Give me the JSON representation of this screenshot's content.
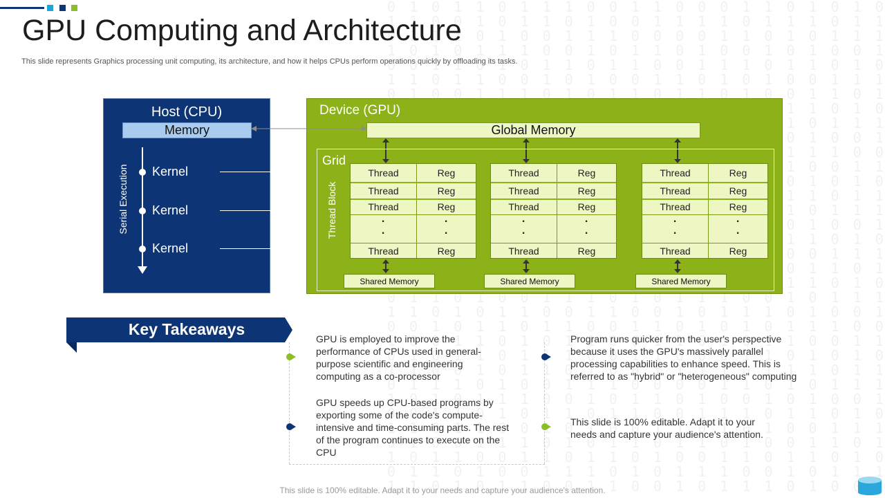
{
  "background": {
    "binary_rows": [
      "0 1 0 1 1 0 1 1 1 0 0 1 1 0 0 0 1 1 0 1 0 1 0",
      "1 1 0 0 1 0 1 1 0 1 0 0 1 1 1 1 0 1 1 1 0 1 1",
      "0 1 1 1 0 1 0 0 1 1 1 0 0 0 0 1 1 0 1 0 1 1 1",
      "1 0 1 0 1 1 1 0 0 1 0 1 1 0 1 0 0 1 0 1 0 0 1",
      "0 0 1 1 0 1 0 1 1 0 1 1 0 0 1 1 1 0 1 1 0 1 0",
      "1 1 0 1 1 0 0 1 0 1 0 0 1 1 0 1 0 1 0 0 1 1 1",
      "0 1 0 0 1 1 1 0 1 0 1 1 0 1 1 0 1 0 0 1 1 0 1",
      "1 0 1 1 0 0 1 1 0 1 1 0 1 0 0 1 1 0 1 1 0 1 0",
      "0 1 1 0 1 0 0 1 1 1 0 1 0 1 1 1 0 0 1 0 1 1 1",
      "1 1 0 1 0 1 1 0 0 1 1 0 0 1 0 1 1 1 0 1 0 0 1",
      "0 0 1 0 1 1 0 1 1 0 0 1 1 0 1 0 1 0 1 1 1 0 0",
      "1 0 0 1 1 0 1 0 1 1 0 0 1 1 0 1 0 1 1 0 0 1 1"
    ]
  },
  "header": {
    "title": "GPU Computing and Architecture",
    "subtitle": "This slide represents Graphics processing unit computing, its architecture, and how it helps CPUs perform operations quickly by offloading its tasks."
  },
  "host": {
    "title": "Host (CPU)",
    "memory": "Memory",
    "serial_label": "Serial Execution",
    "kernels": [
      "Kernel",
      "Kernel",
      "Kernel"
    ]
  },
  "device": {
    "title": "Device (GPU)",
    "global_memory": "Global Memory",
    "grid_label": "Grid",
    "thread_block_label": "Thread Block",
    "blocks": [
      {
        "thread": "Thread",
        "reg": "Reg",
        "dot": "·",
        "shared": "Shared Memory"
      },
      {
        "thread": "Thread",
        "reg": "Reg",
        "dot": "·",
        "shared": "Shared Memory"
      },
      {
        "thread": "Thread",
        "reg": "Reg",
        "dot": "·",
        "shared": "Shared Memory"
      }
    ]
  },
  "takeaways": {
    "heading": "Key Takeaways",
    "items": [
      "GPU is employed to improve the performance of CPUs used in general-purpose scientific and engineering computing as a co-processor",
      "GPU speeds up CPU-based programs by exporting some of the code's compute-intensive and time-consuming parts. The rest of the program continues to execute on the CPU",
      "Program runs quicker from the user's perspective because it uses the GPU's massively parallel processing capabilities to enhance speed. This is referred to as \"hybrid\" or \"heterogeneous\" computing",
      "This slide is 100% editable. Adapt it to your needs and capture your audience's attention."
    ]
  },
  "footer": {
    "text": "This slide is 100% editable. Adapt it to your needs and capture your audience's attention."
  },
  "colors": {
    "navy": "#0d3475",
    "green": "#8db219",
    "light_green": "#eef7c4",
    "light_blue": "#a9cbf0",
    "accent_cyan": "#1fa3d8",
    "accent_lime": "#8cbf26"
  }
}
